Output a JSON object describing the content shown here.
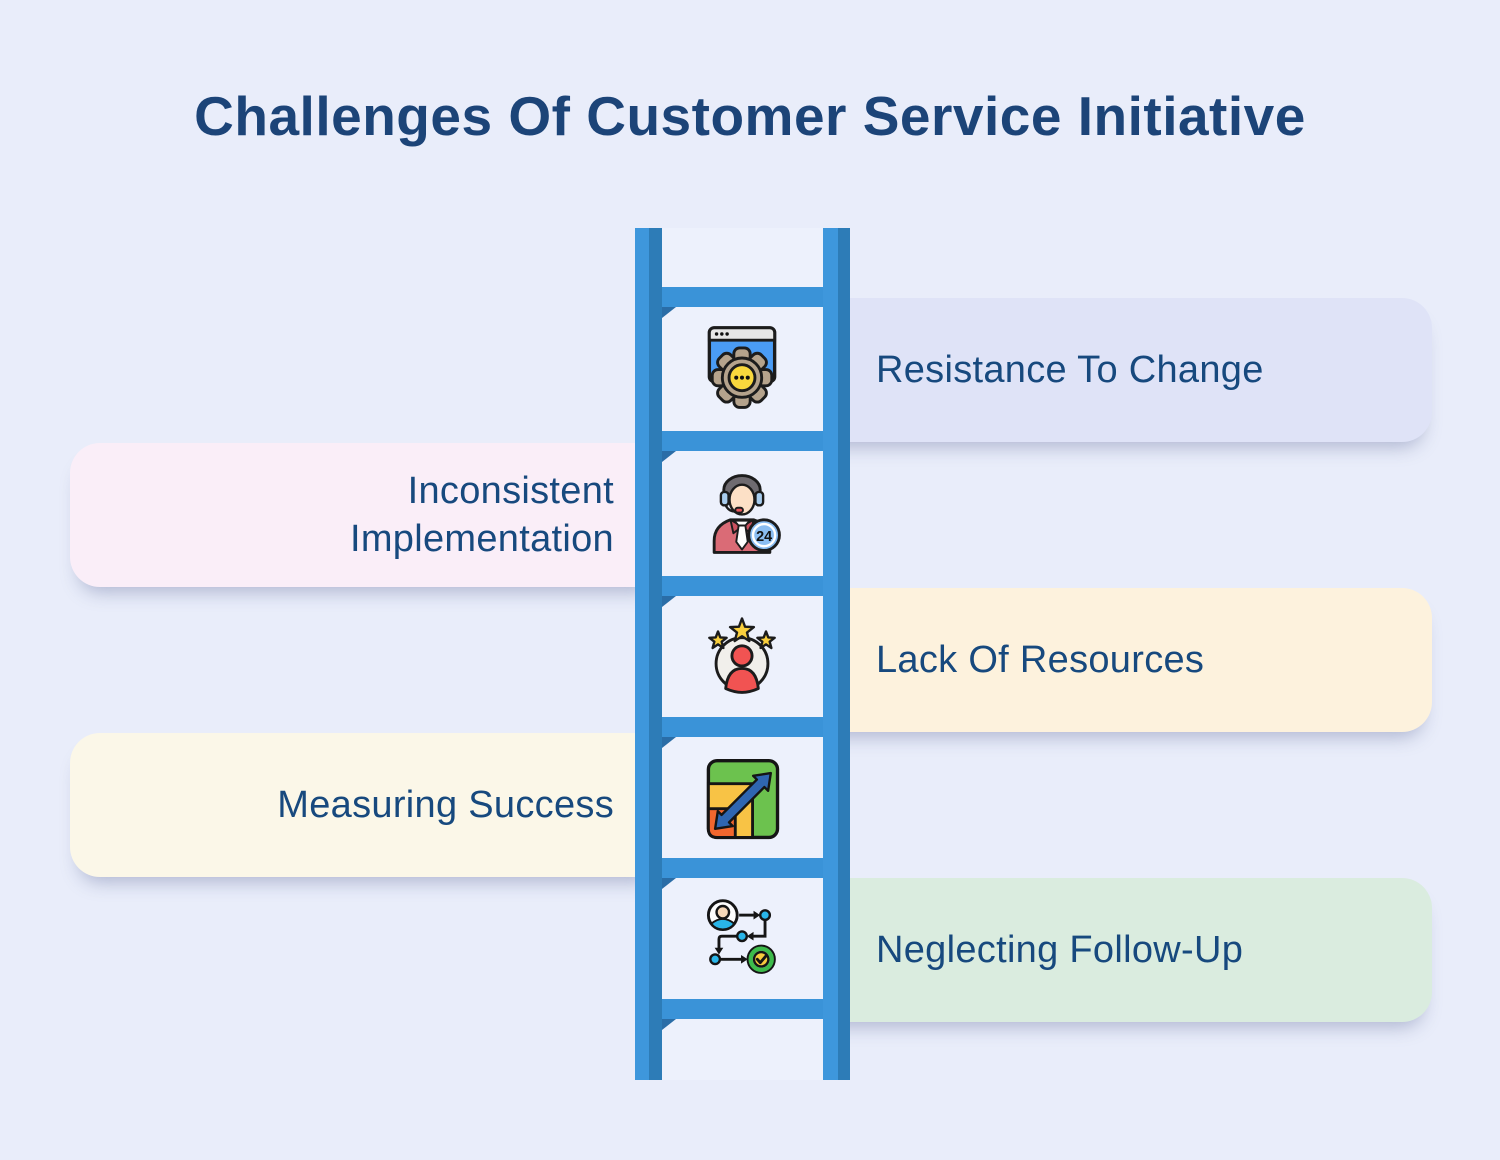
{
  "title": "Challenges Of Customer Service Initiative",
  "badge_24": "24",
  "palette": {
    "background": "#e9edfa",
    "title_color": "#1c4478",
    "label_color": "#17497e",
    "ladder_light": "#3e97dc",
    "ladder_dark": "#2d7cb7",
    "ladder_rung": "#3a93d8",
    "ladder_shadow": "#2a6da7",
    "ladder_interior": "#edf1fc"
  },
  "items": [
    {
      "label": "Resistance To Change",
      "side": "right",
      "icon": "browser-gear-icon",
      "card_color": "#dfe3f7"
    },
    {
      "label": "Inconsistent Implementation",
      "side": "left",
      "icon": "support-agent-24-icon",
      "card_color": "#faeef8"
    },
    {
      "label": "Lack Of Resources",
      "side": "right",
      "icon": "customer-rating-icon",
      "card_color": "#fdf2dd"
    },
    {
      "label": "Measuring Success",
      "side": "left",
      "icon": "growth-scale-icon",
      "card_color": "#fbf7e8"
    },
    {
      "label": "Neglecting Follow-Up",
      "side": "right",
      "icon": "follow-up-flow-icon",
      "card_color": "#daecdf"
    }
  ]
}
